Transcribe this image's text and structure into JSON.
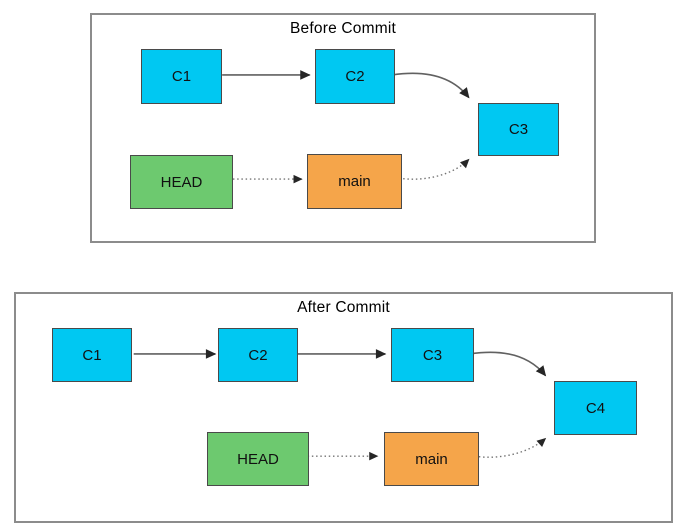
{
  "colors": {
    "background": "#FFFFFF",
    "commit_fill": "#00C8F2",
    "head_fill": "#6DC96F",
    "branch_fill": "#F5A54A",
    "node_border": "#4A4A4A",
    "panel_border": "#8C8C8C",
    "edge_line": "#616161",
    "arrowhead": "#262626"
  },
  "panels": [
    {
      "title": "Before Commit",
      "nodes": {
        "c1": {
          "label": "C1",
          "kind": "commit"
        },
        "c2": {
          "label": "C2",
          "kind": "commit"
        },
        "c3": {
          "label": "C3",
          "kind": "commit"
        },
        "head": {
          "label": "HEAD",
          "kind": "head-pointer"
        },
        "main": {
          "label": "main",
          "kind": "branch"
        }
      },
      "edges": [
        {
          "from": "C1",
          "to": "C2",
          "style": "solid"
        },
        {
          "from": "C2",
          "to": "C3",
          "style": "solid-curve"
        },
        {
          "from": "HEAD",
          "to": "main",
          "style": "dotted"
        },
        {
          "from": "main",
          "to": "C3",
          "style": "dotted-curve"
        }
      ]
    },
    {
      "title": "After Commit",
      "nodes": {
        "c1": {
          "label": "C1",
          "kind": "commit"
        },
        "c2": {
          "label": "C2",
          "kind": "commit"
        },
        "c3": {
          "label": "C3",
          "kind": "commit"
        },
        "c4": {
          "label": "C4",
          "kind": "commit"
        },
        "head": {
          "label": "HEAD",
          "kind": "head-pointer"
        },
        "main": {
          "label": "main",
          "kind": "branch"
        }
      },
      "edges": [
        {
          "from": "C1",
          "to": "C2",
          "style": "solid"
        },
        {
          "from": "C2",
          "to": "C3",
          "style": "solid"
        },
        {
          "from": "C3",
          "to": "C4",
          "style": "solid-curve"
        },
        {
          "from": "HEAD",
          "to": "main",
          "style": "dotted"
        },
        {
          "from": "main",
          "to": "C4",
          "style": "dotted-curve"
        }
      ]
    }
  ]
}
